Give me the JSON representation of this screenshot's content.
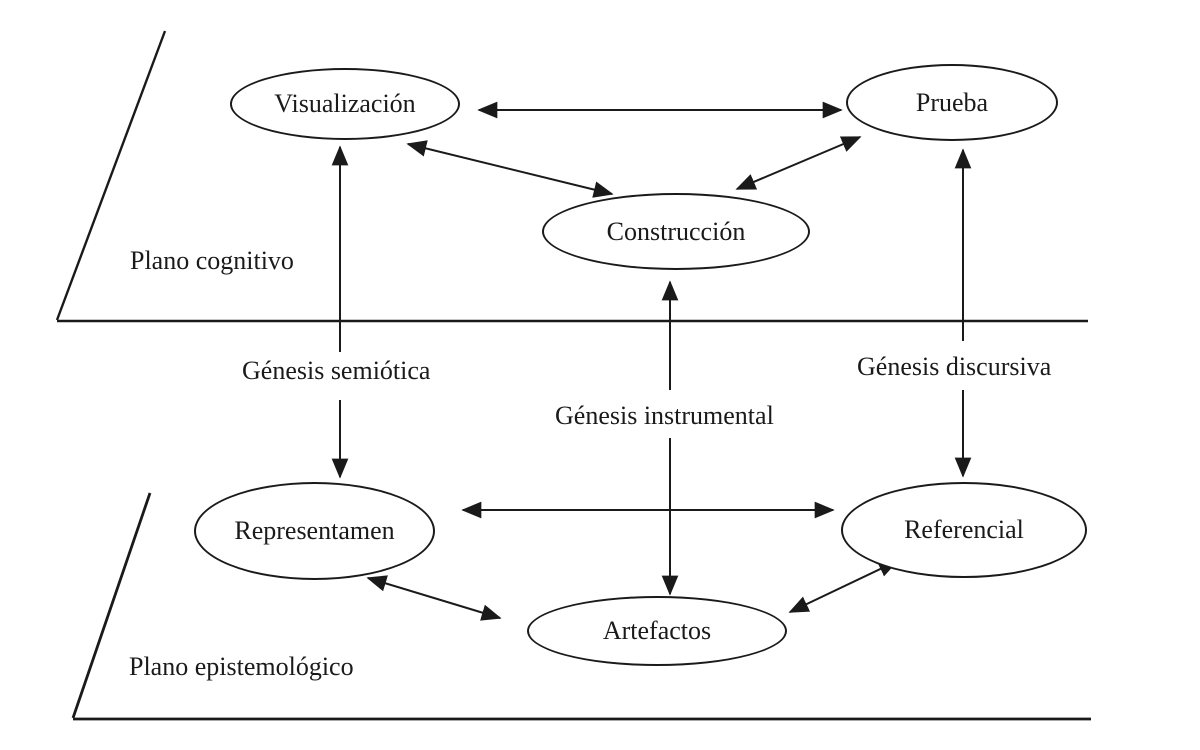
{
  "background": "#ffffff",
  "ink_color": "#1a1a1a",
  "planes": {
    "cognitive": {
      "label": "Plano cognitivo"
    },
    "epistemological": {
      "label": "Plano epistemológico"
    }
  },
  "nodes": {
    "visualizacion": {
      "label": "Visualización"
    },
    "prueba": {
      "label": "Prueba"
    },
    "construccion": {
      "label": "Construcción"
    },
    "representamen": {
      "label": "Representamen"
    },
    "artefactos": {
      "label": "Artefactos"
    },
    "referencial": {
      "label": "Referencial"
    }
  },
  "genesis": {
    "semiotica": {
      "label": "Génesis semiótica"
    },
    "instrumental": {
      "label": "Génesis instrumental"
    },
    "discursiva": {
      "label": "Génesis discursiva"
    }
  },
  "edges": [
    {
      "from": "Visualización",
      "to": "Prueba",
      "style": "bidirectional"
    },
    {
      "from": "Visualización",
      "to": "Construcción",
      "style": "bidirectional"
    },
    {
      "from": "Construcción",
      "to": "Prueba",
      "style": "bidirectional"
    },
    {
      "from": "Visualización",
      "to": "Representamen",
      "style": "bidirectional",
      "label": "Génesis semiótica"
    },
    {
      "from": "Construcción",
      "to": "Artefactos",
      "style": "bidirectional",
      "label": "Génesis instrumental"
    },
    {
      "from": "Prueba",
      "to": "Referencial",
      "style": "bidirectional",
      "label": "Génesis discursiva"
    },
    {
      "from": "Representamen",
      "to": "Referencial",
      "style": "bidirectional"
    },
    {
      "from": "Representamen",
      "to": "Artefactos",
      "style": "bidirectional"
    },
    {
      "from": "Artefactos",
      "to": "Referencial",
      "style": "bidirectional"
    }
  ]
}
